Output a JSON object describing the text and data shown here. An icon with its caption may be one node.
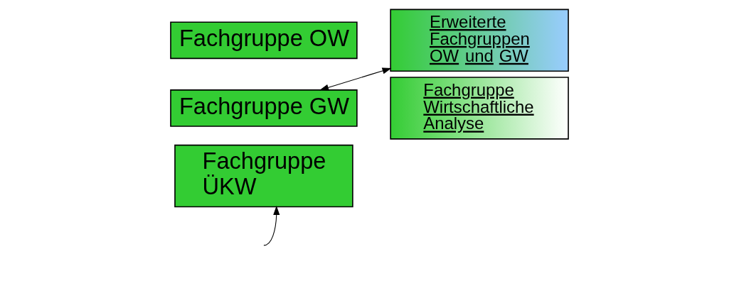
{
  "diagram": {
    "nodes": [
      {
        "text": [
          "Fachgruppe OW"
        ]
      },
      {
        "text": [
          "Fachgruppe GW"
        ]
      },
      {
        "text": [
          "Fachgruppe ÜKW"
        ]
      },
      {
        "text": [
          "Erweiterte Fachgruppen OW und GW"
        ]
      },
      {
        "text": [
          "Fachgruppe Wirtschaftliche Analyse"
        ]
      }
    ],
    "edges": [
      {
        "from": 1,
        "to": 3,
        "arrow": "both"
      },
      {
        "from": null,
        "to": 2,
        "arrow": "to"
      }
    ]
  }
}
